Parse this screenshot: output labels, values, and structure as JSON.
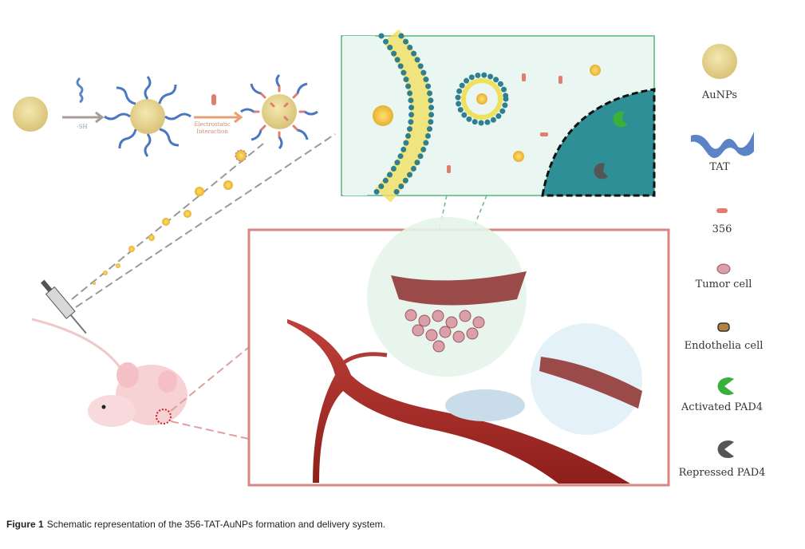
{
  "figure": {
    "caption_label": "Figure 1",
    "caption_text": "Schematic representation of the 356-TAT-AuNPs formation and delivery system.",
    "step1_label": "-SH",
    "step2_label_line1": "Electrostatic",
    "step2_label_line2": "Interaction"
  },
  "legend": {
    "items": [
      {
        "label": "AuNPs",
        "icon": "gold-sphere-icon"
      },
      {
        "label": "TAT",
        "icon": "blue-wave-icon"
      },
      {
        "label": "356",
        "icon": "red-rod-icon"
      },
      {
        "label": "Tumor cell",
        "icon": "tumor-cell-icon"
      },
      {
        "label": "Endothelia cell",
        "icon": "endothelial-cell-icon"
      },
      {
        "label": "Activated PAD4",
        "icon": "green-pacman-icon"
      },
      {
        "label": "Repressed PAD4",
        "icon": "gray-pacman-icon"
      }
    ]
  },
  "colors": {
    "gold": "#e6d38a",
    "tat": "#5b83c6",
    "drug": "#e07d6e",
    "green_frame": "#7cc89a",
    "red_frame": "#d98580",
    "nucleus": "#2f8f96"
  }
}
